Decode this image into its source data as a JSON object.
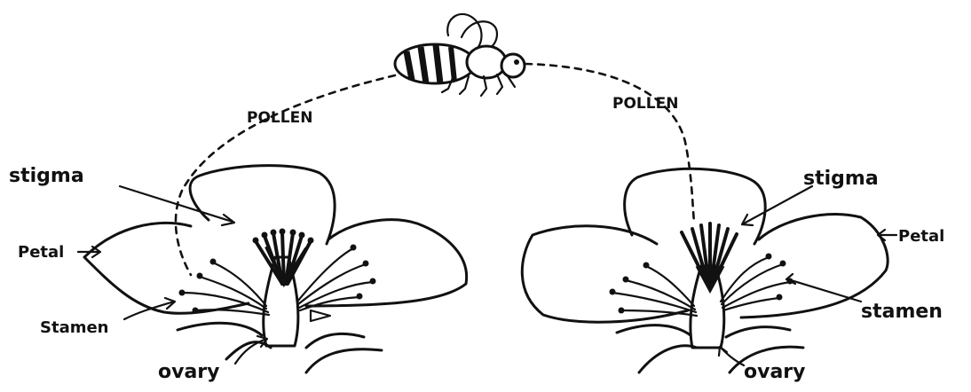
{
  "labels": {
    "pollen_left": "POLLEN",
    "pollen_right": "POLLEN",
    "stigma_left": "stigma",
    "stigma_right": "stigma",
    "petal_left": "Petal",
    "petal_right": "Petal",
    "stamen_left": "Stamen",
    "stamen_right": "stamen",
    "ovary_left": "ovary",
    "ovary_right": "ovary"
  }
}
